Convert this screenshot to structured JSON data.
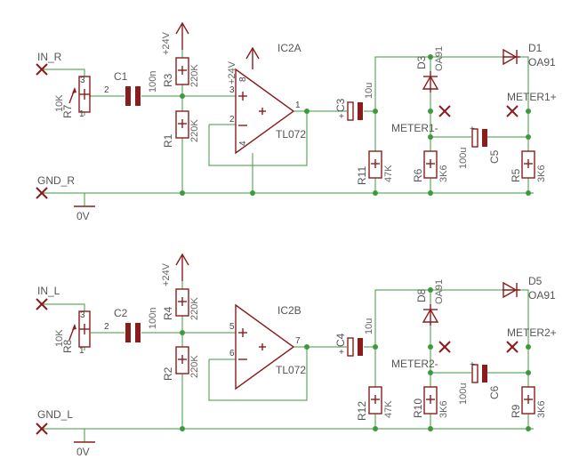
{
  "labels": {
    "in_r": "IN_R",
    "gnd_r": "GND_R",
    "ov_top": "0V",
    "in_l": "IN_L",
    "gnd_l": "GND_L",
    "ov_bot": "0V",
    "r7": "R7",
    "r7_val": "10K",
    "r8": "R8",
    "r8_val": "10K",
    "c1": "C1",
    "c1_val": "100n",
    "c2": "C2",
    "c2_val": "100n",
    "r3": "R3",
    "r3_val": "220K",
    "r1": "R1",
    "r1_val": "220K",
    "r4": "R4",
    "r4_val": "220K",
    "r2": "R2",
    "r2_val": "220K",
    "v24_a": "+24V",
    "v24_b": "+24V",
    "v24_c": "+24V",
    "ic2a": "IC2A",
    "ic2b": "IC2B",
    "tl_a": "TL072",
    "tl_b": "TL072",
    "c3": "C3",
    "c3_val": "10u",
    "c4": "C4",
    "c4_val": "10u",
    "r11": "R11",
    "r11_val": "47K",
    "r12": "R12",
    "r12_val": "47K",
    "d3": "D3",
    "d3_val": "OA91",
    "d8": "D8",
    "d8_val": "OA91",
    "d1": "D1",
    "d1_val": "OA91",
    "d5": "D5",
    "d5_val": "OA91",
    "meter1p": "METER1+",
    "meter1m": "METER1-",
    "meter2p": "METER2+",
    "meter2m": "METER2-",
    "c5": "C5",
    "c5_val": "100u",
    "c6": "C6",
    "c6_val": "100u",
    "r6": "R6",
    "r6_val": "3K6",
    "r5": "R5",
    "r5_val": "3K6",
    "r10": "R10",
    "r10_val": "3K6",
    "r9": "R9",
    "r9_val": "3K6",
    "pins": {
      "p1": "1",
      "p2": "2",
      "p3": "3",
      "p4": "4",
      "p5": "5",
      "p6": "6",
      "p7": "7",
      "p8": "8"
    },
    "plus": "+",
    "minus": "−"
  }
}
